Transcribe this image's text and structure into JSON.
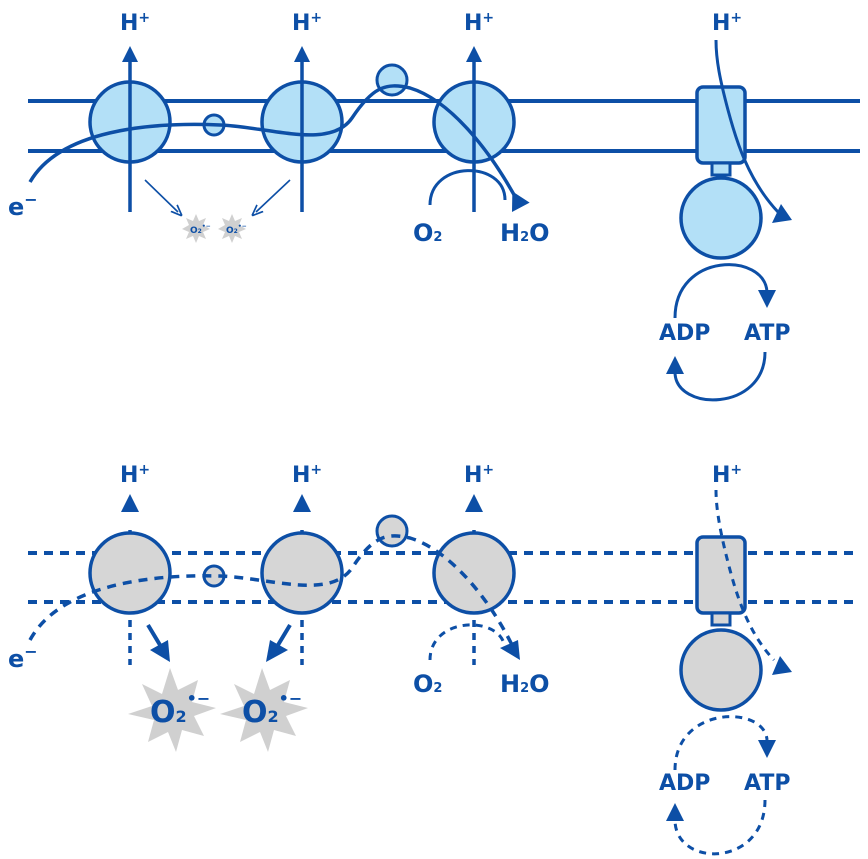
{
  "labels": {
    "proton": "H",
    "proton_charge": "+",
    "electron": "e",
    "electron_charge": "−",
    "oxygen": "O",
    "oxygen_sub": "2",
    "water_h": "H",
    "water_sub": "2",
    "water_o": "O",
    "superoxide": "O",
    "superoxide_sub": "2",
    "superoxide_charge": "•−",
    "adp": "ADP",
    "atp": "ATP"
  },
  "colors": {
    "stroke": "#0d4fa6",
    "healthy_fill": "#b3e0f7",
    "damaged_fill": "#d6d6d6",
    "star_fill": "#d0d0d0"
  }
}
